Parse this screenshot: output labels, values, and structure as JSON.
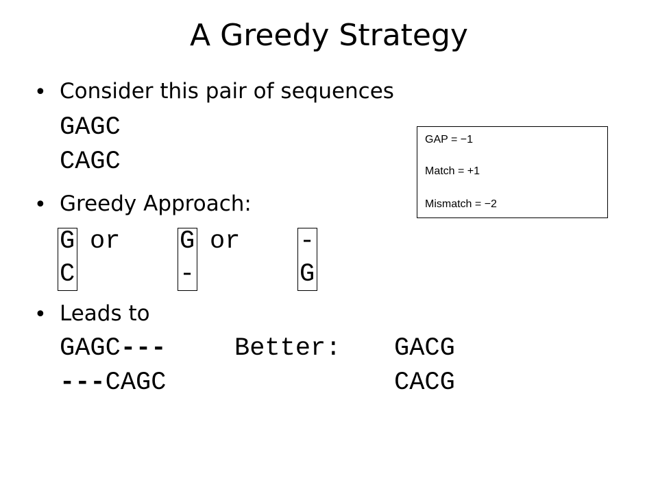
{
  "slide": {
    "title": "A Greedy Strategy",
    "bullets": [
      {
        "text": "Consider this pair of sequences",
        "lines": [
          "GAGC",
          "CAGC"
        ]
      },
      {
        "text": "Greedy Approach:",
        "options": {
          "top": [
            "G",
            "or",
            "G",
            "or",
            "-"
          ],
          "bottom": [
            "C",
            "",
            "-",
            "",
            "G"
          ]
        }
      },
      {
        "text": "Leads to",
        "first_alignment": {
          "top_seq": "GAGC",
          "top_gap": "---",
          "bottom_gap": "---",
          "bottom_seq": "CAGC"
        },
        "better_label": "Better:",
        "better_alignment": {
          "top": "GACG",
          "bottom": "CACG"
        }
      }
    ],
    "bullet_marker": "•"
  },
  "scoring": {
    "gap": "GAP = −1",
    "match": "Match = +1",
    "mismatch": "Mismatch = −2"
  }
}
